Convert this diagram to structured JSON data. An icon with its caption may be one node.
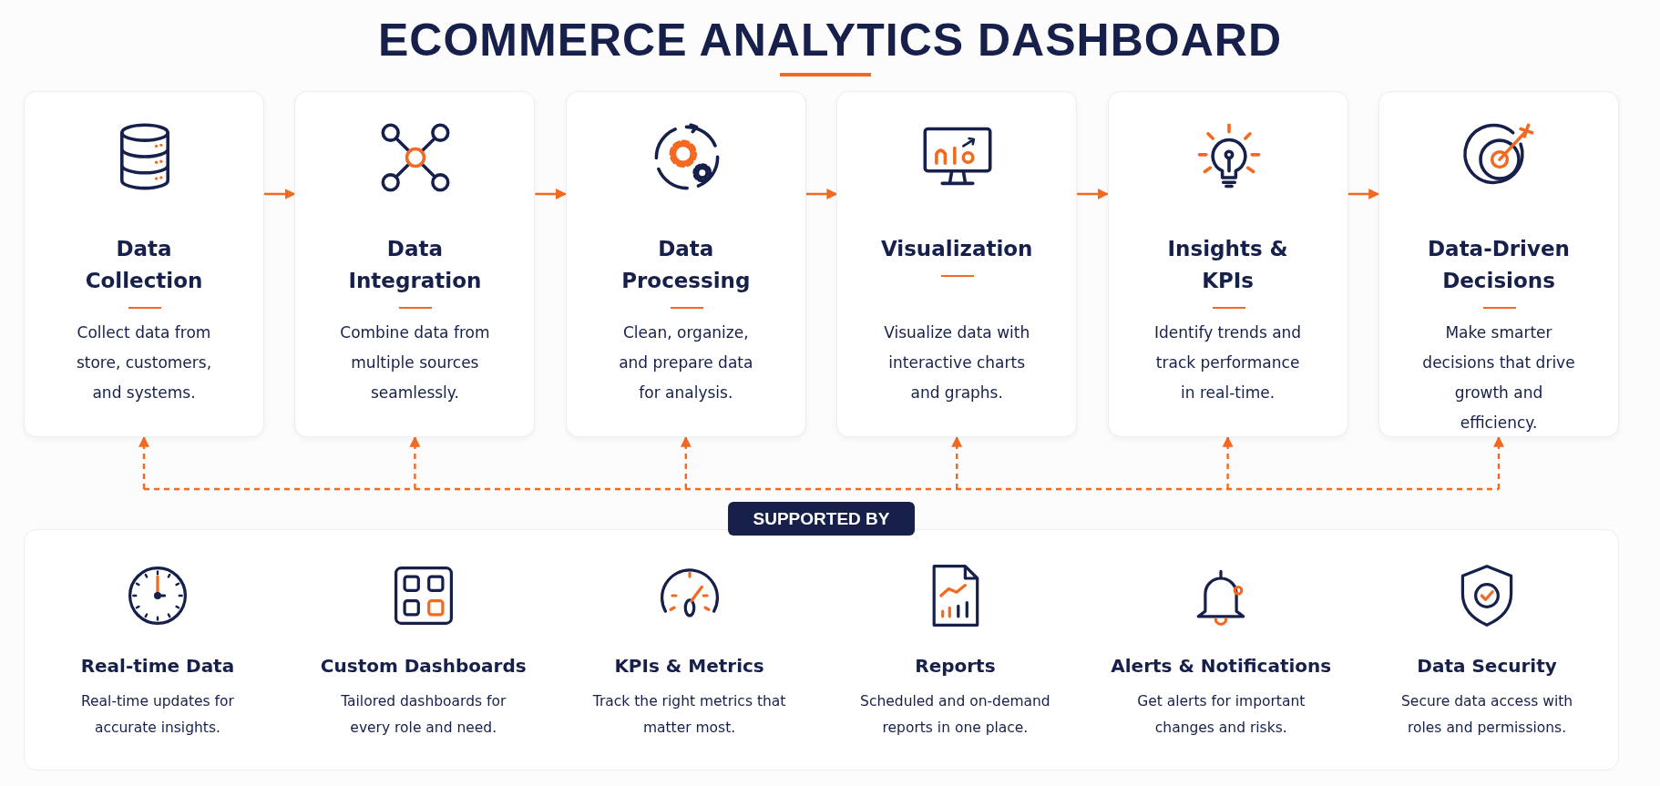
{
  "diagram": {
    "title": "ECOMMERCE ANALYTICS DASHBOARD",
    "nodes": [
      {
        "text": [
          "Data Collection",
          "Collect data from store, customers, and systems."
        ]
      },
      {
        "text": [
          "Data Integration",
          "Combine data from multiple sources seamlessly."
        ]
      },
      {
        "text": [
          "Data Processing",
          "Clean, organize, and prepare data for analysis."
        ]
      },
      {
        "text": [
          "Visualization",
          "Visualize data with interactive charts and graphs."
        ]
      },
      {
        "text": [
          "Insights & KPIs",
          "Identify trends and track performance in real-time."
        ]
      },
      {
        "text": [
          "Data-Driven Decisions",
          "Make smarter decisions that drive growth and efficiency."
        ]
      },
      {
        "text": [
          "SUPPORTED BY"
        ]
      },
      {
        "text": [
          "Real-time Data",
          "Real-time updates for accurate insights."
        ],
        "in": 6
      },
      {
        "text": [
          "Custom Dashboards",
          "Tailored dashboards for every role and need."
        ],
        "in": 6
      },
      {
        "text": [
          "KPIs & Metrics",
          "Track the right metrics that matter most."
        ],
        "in": 6
      },
      {
        "text": [
          "Reports",
          "Scheduled and on-demand reports in one place."
        ],
        "in": 6
      },
      {
        "text": [
          "Alerts & Notifications",
          "Get alerts for important changes and risks."
        ],
        "in": 6
      },
      {
        "text": [
          "Data Security",
          "Secure data access with roles and permissions."
        ],
        "in": 6
      }
    ],
    "edges": [
      {
        "from": 0,
        "to": 1,
        "arrow": "to"
      },
      {
        "from": 1,
        "to": 2,
        "arrow": "to"
      },
      {
        "from": 2,
        "to": 3,
        "arrow": "to"
      },
      {
        "from": 3,
        "to": 4,
        "arrow": "to"
      },
      {
        "from": 4,
        "to": 5,
        "arrow": "to"
      },
      {
        "from": null,
        "to": 0,
        "arrow": "to",
        "style": "dashed"
      },
      {
        "from": null,
        "to": 1,
        "arrow": "to",
        "style": "dashed"
      },
      {
        "from": null,
        "to": 2,
        "arrow": "to",
        "style": "dashed"
      },
      {
        "from": null,
        "to": 3,
        "arrow": "to",
        "style": "dashed"
      },
      {
        "from": null,
        "to": 4,
        "arrow": "to",
        "style": "dashed"
      },
      {
        "from": null,
        "to": 5,
        "arrow": "to",
        "style": "dashed"
      }
    ]
  }
}
